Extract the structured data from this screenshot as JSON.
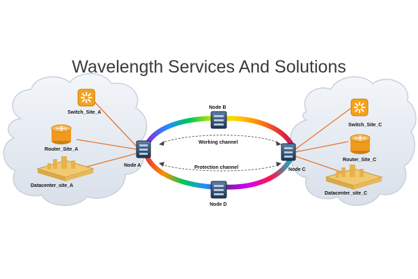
{
  "title": "Wavelength Services And Solutions",
  "nodes": {
    "a": "Node A",
    "b": "Node B",
    "c": "Node C",
    "d": "Node D"
  },
  "channels": {
    "working": "Working channel",
    "protection": "Protection channel"
  },
  "site_a": {
    "switch": "Switch_Site_A",
    "router": "Router_Site_A",
    "datacenter": "Datacenter_site_A"
  },
  "site_c": {
    "switch": "Switch_Site_C",
    "router": "Router_Site_C",
    "datacenter": "Datacenter_site_C"
  },
  "icons": {
    "switch": "switch-icon",
    "router": "router-icon",
    "datacenter": "datacenter-icon",
    "node": "optical-node-icon",
    "cloud": "cloud-icon"
  },
  "colors": {
    "link": "#e8742a",
    "switch": "#f4a21f",
    "cloud": "#e6ebf2",
    "node": "#2e4a6b"
  }
}
